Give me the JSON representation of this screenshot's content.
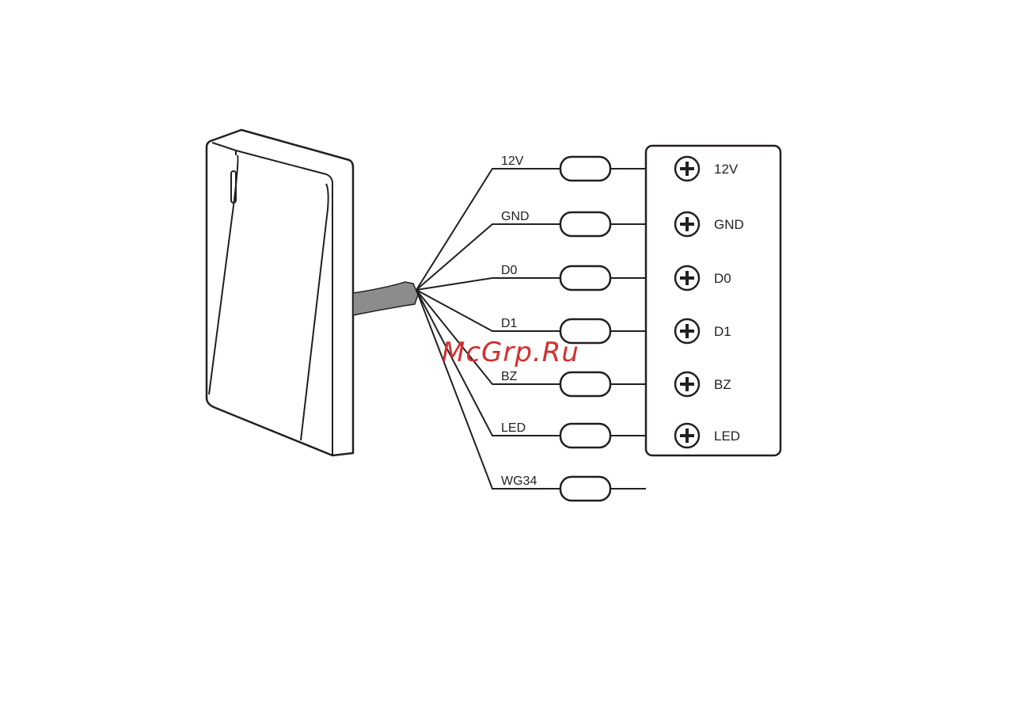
{
  "watermark": "McGrp.Ru",
  "colors": {
    "line": "#231f20",
    "cable": "#8c8c8c",
    "watermark": "#d32f2f",
    "background": "#ffffff"
  },
  "wires": [
    {
      "label": "12V",
      "terminal": "12V"
    },
    {
      "label": "GND",
      "terminal": "GND"
    },
    {
      "label": "D0",
      "terminal": "D0"
    },
    {
      "label": "D1",
      "terminal": "D1"
    },
    {
      "label": "BZ",
      "terminal": "BZ"
    },
    {
      "label": "LED",
      "terminal": "LED"
    },
    {
      "label": "WG34",
      "terminal": null
    }
  ],
  "terminal_icon": "screw-terminal-icon"
}
